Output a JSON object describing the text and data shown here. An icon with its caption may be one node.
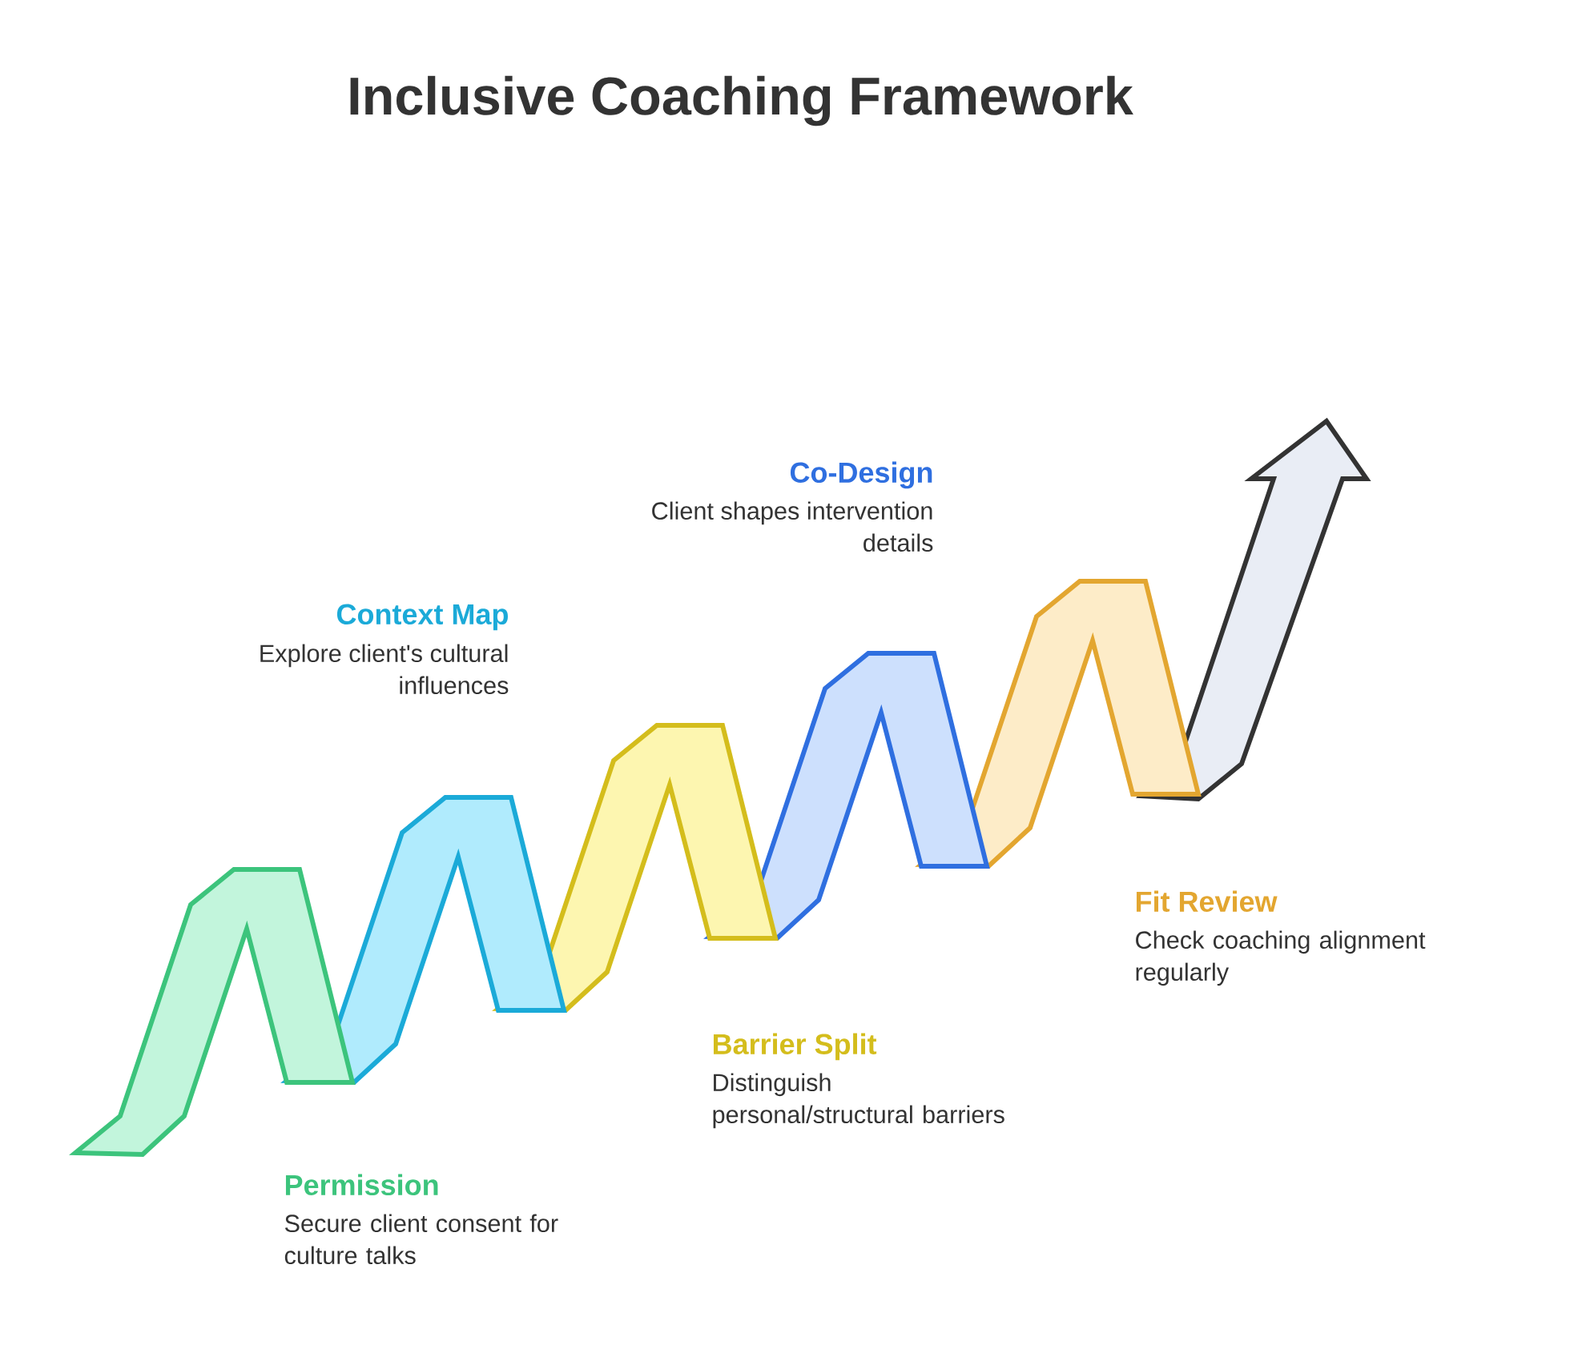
{
  "diagram": {
    "title": "Inclusive Coaching Framework",
    "nodes": [
      {
        "text": [],
        "shape": "ribbon",
        "beside": [
          "Permission",
          "Secure client consent for culture talks"
        ]
      },
      {
        "text": [],
        "shape": "ribbon",
        "beside": [
          "Context Map",
          "Explore client's cultural influences"
        ]
      },
      {
        "text": [],
        "shape": "ribbon",
        "beside": [
          "Barrier Split",
          "Distinguish personal/structural barriers"
        ]
      },
      {
        "text": [],
        "shape": "ribbon",
        "beside": [
          "Co-Design",
          "Client shapes intervention details"
        ]
      },
      {
        "text": [],
        "shape": "ribbon",
        "beside": [
          "Fit Review",
          "Check coaching alignment regularly"
        ]
      },
      {
        "text": [],
        "shape": "arrow"
      }
    ]
  }
}
